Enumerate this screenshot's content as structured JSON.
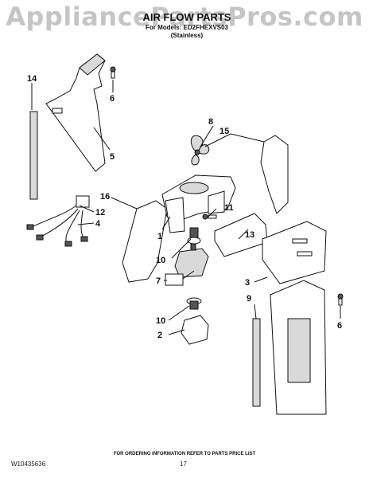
{
  "header": {
    "watermark": "AppliancePartsPros.com",
    "title": "AIR FLOW PARTS",
    "model_line": "For Models: ED2FHEXVS03",
    "finish": "(Stainless)"
  },
  "callouts": [
    "14",
    "6",
    "5",
    "8",
    "15",
    "16",
    "12",
    "4",
    "11",
    "1",
    "13",
    "10",
    "7",
    "3",
    "9",
    "6",
    "10",
    "2"
  ],
  "footer": {
    "ordering_note": "FOR ORDERING INFORMATION REFER TO PARTS PRICE LIST",
    "doc_number": "W10435636",
    "page_number": "17"
  }
}
